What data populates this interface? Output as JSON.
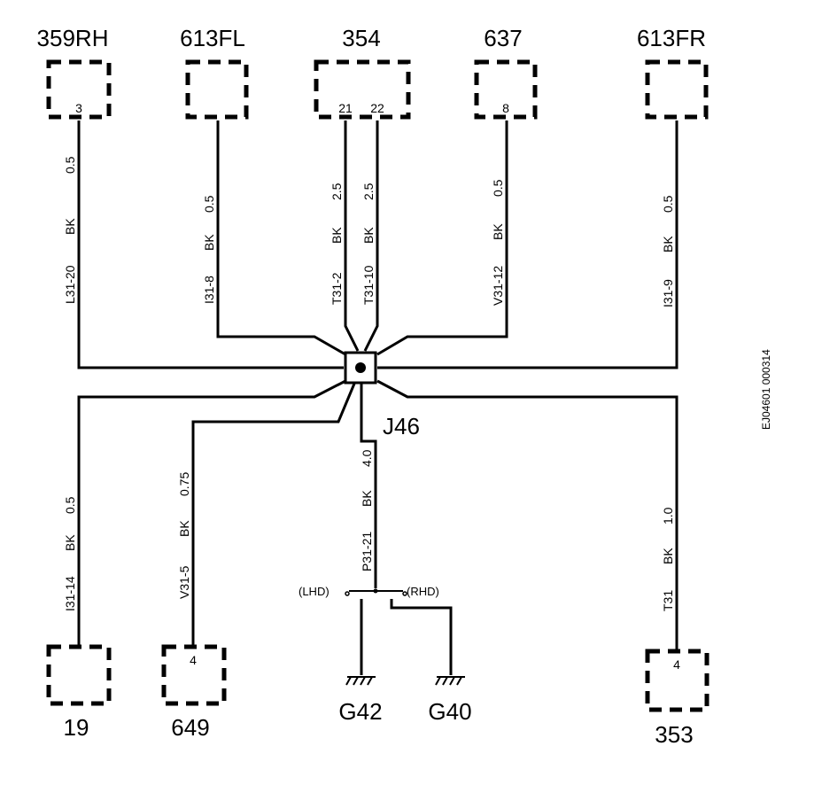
{
  "connectors": {
    "c359rh": {
      "name": "359RH",
      "pin": "3"
    },
    "c613fl": {
      "name": "613FL"
    },
    "c354": {
      "name": "354",
      "pin_a": "21",
      "pin_b": "22"
    },
    "c637": {
      "name": "637",
      "pin": "8"
    },
    "c613fr": {
      "name": "613FR"
    },
    "c19": {
      "name": "19"
    },
    "c649": {
      "name": "649",
      "pin": "4"
    },
    "c353": {
      "name": "353",
      "pin": "4"
    }
  },
  "wires": {
    "w1": {
      "size": "0.5",
      "color": "BK",
      "circuit": "L31-20"
    },
    "w2": {
      "size": "0.5",
      "color": "BK",
      "circuit": "I31-8"
    },
    "w3": {
      "size": "2.5",
      "color": "BK",
      "circuit": "T31-2"
    },
    "w4": {
      "size": "2.5",
      "color": "BK",
      "circuit": "T31-10"
    },
    "w5": {
      "size": "0.5",
      "color": "BK",
      "circuit": "V31-12"
    },
    "w6": {
      "size": "0.5",
      "color": "BK",
      "circuit": "I31-9"
    },
    "w7": {
      "size": "0.5",
      "color": "BK",
      "circuit": "I31-14"
    },
    "w8": {
      "size": "0.75",
      "color": "BK",
      "circuit": "V31-5"
    },
    "w9": {
      "size": "4.0",
      "color": "BK",
      "circuit": "P31-21"
    },
    "w10": {
      "size": "1.0",
      "color": "BK",
      "circuit": "T31"
    }
  },
  "junction": {
    "name": "J46"
  },
  "options": {
    "lhd": "(LHD)",
    "rhd": "(RHD)"
  },
  "grounds": {
    "g42": "G42",
    "g40": "G40"
  },
  "reference": "EJ04601 000314"
}
